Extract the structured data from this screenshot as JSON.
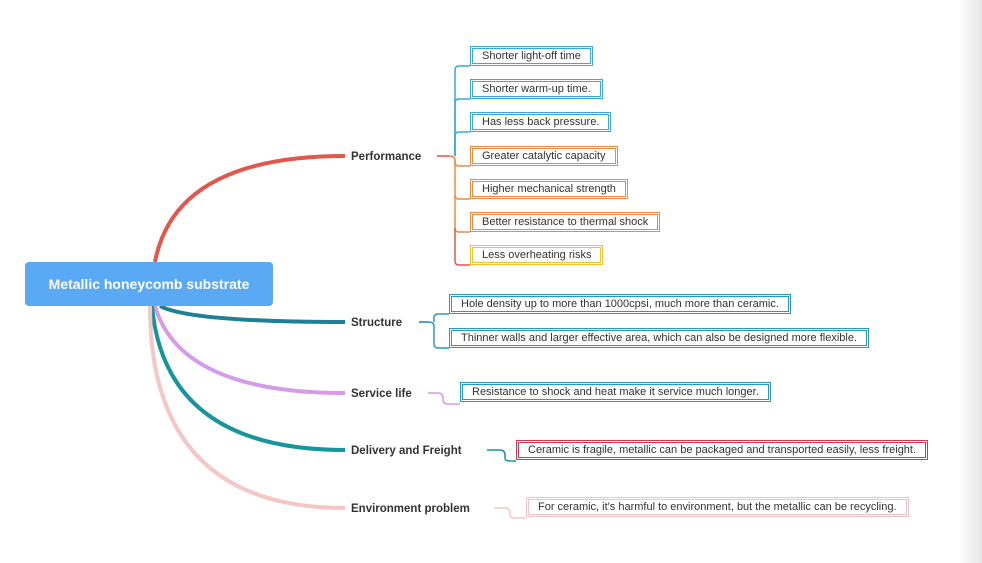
{
  "root": {
    "label": "Metallic honeycomb substrate"
  },
  "branches": [
    {
      "label": "Performance",
      "color": "#e2574c",
      "children": [
        {
          "text": "Shorter light-off time",
          "color": "#38a9da"
        },
        {
          "text": "Shorter warm-up time.",
          "color": "#38a9da"
        },
        {
          "text": "Has less back pressure.",
          "color": "#38a9da"
        },
        {
          "text": "Greater catalytic capacity",
          "color": "#ee8a3e"
        },
        {
          "text": "Higher mechanical strength",
          "color": "#ee8a3e"
        },
        {
          "text": "Better resistance to thermal shock",
          "color": "#ee8a3e"
        },
        {
          "text": "Less overheating risks",
          "color": "#f2c230"
        }
      ]
    },
    {
      "label": "Structure",
      "color": "#1e7f96",
      "children": [
        {
          "text": "Hole density up to more than 1000cpsi, much more than ceramic.",
          "color": "#2a98c2"
        },
        {
          "text": "Thinner walls and larger effective area, which can also be designed more flexible.",
          "color": "#2a98c2"
        }
      ]
    },
    {
      "label": "Service life",
      "color": "#d69ae8",
      "children": [
        {
          "text": "Resistance to shock and heat make it service much longer.",
          "color": "#2a98c2"
        }
      ]
    },
    {
      "label": "Delivery and Freight",
      "color": "#16959a",
      "children": [
        {
          "text": "Ceramic is fragile, metallic can be packaged and transported easily,  less freight.",
          "color": "#d0394c"
        }
      ]
    },
    {
      "label": "Environment problem",
      "color": "#f5c6c6",
      "children": [
        {
          "text": "For ceramic, it's harmful to environment, but the metallic can be recycling.",
          "color": "#f3c2c4"
        }
      ]
    }
  ]
}
